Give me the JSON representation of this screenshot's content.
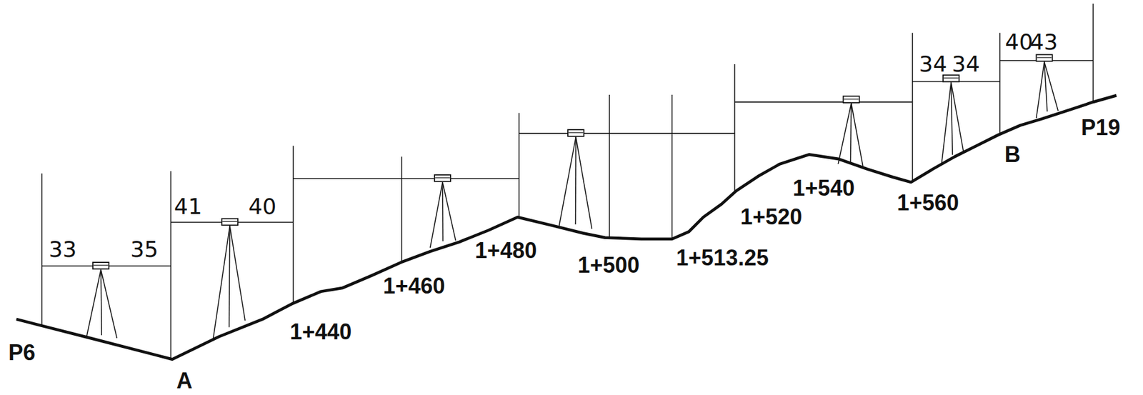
{
  "diagram": {
    "labels": [
      "33",
      "35",
      "41",
      "40",
      "P6",
      "A",
      "1+440",
      "1+460",
      "1+480",
      "1+500",
      "1+513.25",
      "1+520",
      "1+540",
      "1+560",
      "B",
      "34",
      "34",
      "40",
      "43",
      "P19"
    ]
  }
}
